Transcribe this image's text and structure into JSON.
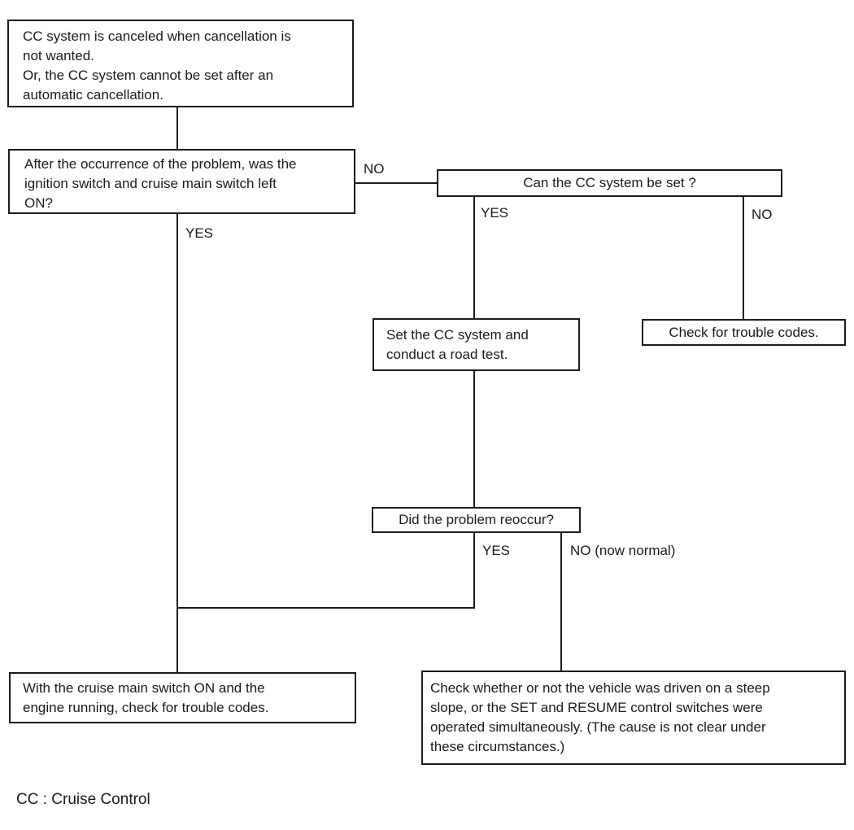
{
  "diagram": {
    "type": "flowchart",
    "colors": {
      "background": "#ffffff",
      "line": "#1c1c1c",
      "text": "#1a1a1a"
    },
    "nodes": {
      "start": "CC system is canceled when cancellation is\nnot wanted.\nOr, the CC system cannot be set after an\nautomatic cancellation.",
      "q_ignition": "After the occurrence of the problem, was the\nignition switch and cruise main switch left\nON?",
      "q_can_set": "Can the CC system be set ?",
      "set_road_test": "Set the CC system and\nconduct a road test.",
      "check_codes": "Check for trouble codes.",
      "q_reoccur": "Did the problem reoccur?",
      "check_engine": "With the cruise main switch ON and the\nengine running, check for trouble codes.",
      "check_slope": "Check whether or not the vehicle was driven on a steep\nslope, or the SET and RESUME control switches were\noperated simultaneously. (The cause is not clear under\nthese circumstances.)"
    },
    "labels": {
      "no1": "NO",
      "yes1": "YES",
      "yes2": "YES",
      "no2": "NO",
      "yes3": "YES",
      "no3": "NO (now normal)"
    },
    "footer": "CC : Cruise Control"
  }
}
